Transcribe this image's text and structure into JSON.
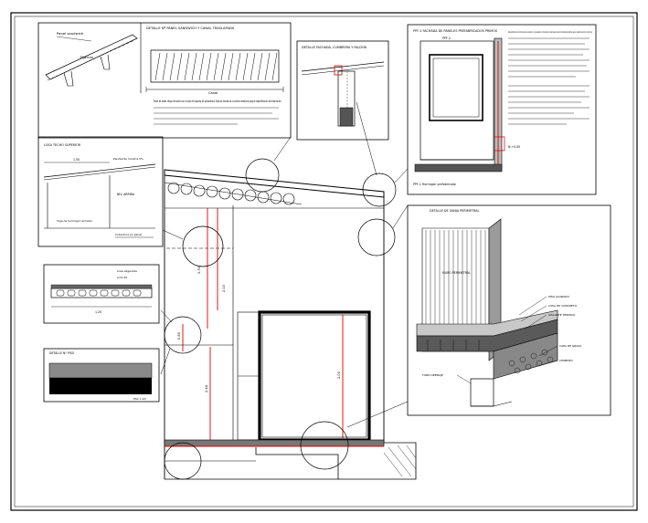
{
  "sheet": {
    "details": {
      "roof_panel": {
        "title": "DETALLE Nº PANEL SANDWICH Y CANAL TRASLAPADA",
        "label_panel": "Panel sandwich",
        "label_fix": "Fijacion",
        "label_width": "Canal",
        "note": "Panel de doble chapa de acero con nucleo de espuma de poliuretano; fijacion mecanica a correas metalicas segun especificacion del fabricante."
      },
      "eave": {
        "title": "DETALLE FACHADA, CUMBRERA Y FALDON"
      },
      "facade_panel": {
        "title": "PPF-1 FACHADA DE PANELES PREFABRICADOS PRIMOS",
        "label_top": "PPF-2",
        "label_bottom": "PPF-1 Hormigon prefabricado",
        "label_nivel": "N.+0.00",
        "notes": "Panel prefabricado macizo de hormigon armado, acabado liso, con juntas selladas con masilla elastica. Anclaje del panel a estructura mediante placas metalicas y pernos; carpinteria de aluminio con vidrio doble."
      },
      "roof_slope": {
        "title": "LOSA TECHO SUPERIOR",
        "label_dim": "1.50",
        "label_slope": "Pendiente minima 5%",
        "label_ref": "NIV. ARRIBA",
        "label_base": "Viga de hormigon armado",
        "label_nota": "Cobertura en panel"
      },
      "slab": {
        "label_dim": "1.20",
        "label_top": "Losa aligerada",
        "label_side": "e=0.20"
      },
      "floor": {
        "title": "DETALLE Nº PISO",
        "label_scale": "ESC 1:20"
      },
      "foundation": {
        "title": "DETALLE DE ZANJA PERIMETRAL",
        "label_wall": "MURO PERIMETRAL",
        "label_tile": "PISO ACABADO",
        "label_slab": "LOSA DE CONCRETO",
        "label_gravel": "CAPA DE GRAVA",
        "label_insul": "AISLANTE TERMICO",
        "label_footing": "CIMIENTO",
        "label_drain": "TUBO DRENAJE"
      },
      "section": {
        "dim_h1": "2.30",
        "dim_h2": "2.10",
        "dim_h3": "2.44",
        "dim_h4": "2.00",
        "dim_side": "0.80"
      }
    }
  }
}
